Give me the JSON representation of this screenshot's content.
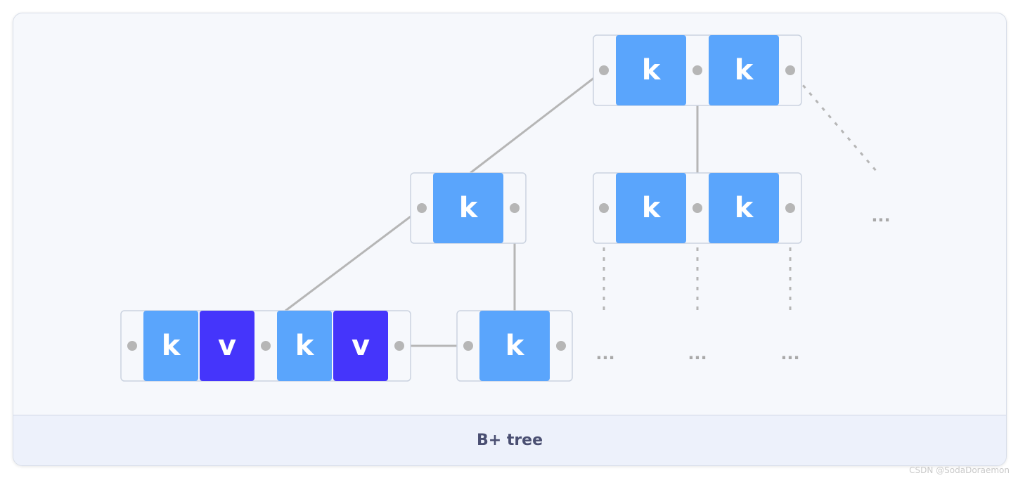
{
  "diagram": {
    "caption": "B+ tree",
    "key_label": "k",
    "value_label": "v",
    "ellipsis": "...",
    "colors": {
      "key_box": "#5aa5fc",
      "value_box": "#4535fb",
      "connector": "#b6b6b6",
      "node_border": "#cbd3e0"
    }
  },
  "watermark": "CSDN @SodaDoraemon"
}
